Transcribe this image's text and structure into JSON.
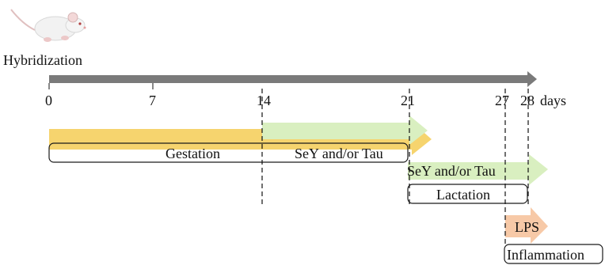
{
  "title": "Hybridization",
  "axis": {
    "ticks": [
      "0",
      "7",
      "14",
      "21",
      "27",
      "28"
    ],
    "unit": "days"
  },
  "phases": {
    "gestation": "Gestation",
    "sey_tau_1": "SeY and/or Tau",
    "sey_tau_2": "SeY and/or Tau",
    "lactation": "Lactation",
    "lps": "LPS",
    "inflammation": "Inflammation"
  },
  "colors": {
    "axis": "#7a7a7a",
    "gestation": "#f6d46e",
    "treatment": "#d9efc0",
    "lps": "#f7c9a7",
    "outline": "#1a1a1a"
  },
  "icons": {
    "mouse": "mouse-icon"
  }
}
